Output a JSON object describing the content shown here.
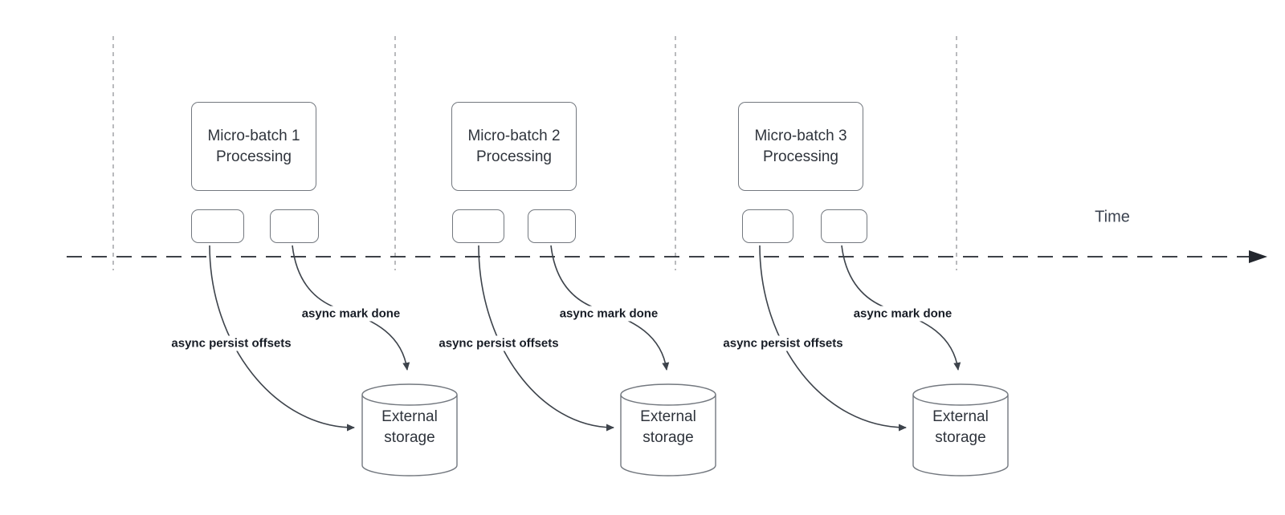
{
  "colors": {
    "flow-line": "#3d434b",
    "timeline-line": "#23272e",
    "guide-line": "#a8aaad",
    "shape-stroke": "#73787f",
    "shape-text": "#2f343c",
    "label-text": "#171c25",
    "time-text": "#3c4350",
    "background": "#ffffff"
  },
  "timeline": {
    "label": "Time"
  },
  "batches": [
    {
      "title_line1": "Micro-batch 1",
      "title_line2": "Processing",
      "persist_label": "async persist offsets",
      "done_label": "async mark done",
      "storage": {
        "line1": "External",
        "line2": "storage"
      }
    },
    {
      "title_line1": "Micro-batch 2",
      "title_line2": "Processing",
      "persist_label": "async persist offsets",
      "done_label": "async mark done",
      "storage": {
        "line1": "External",
        "line2": "storage"
      }
    },
    {
      "title_line1": "Micro-batch 3",
      "title_line2": "Processing",
      "persist_label": "async persist offsets",
      "done_label": "async mark done",
      "storage": {
        "line1": "External",
        "line2": "storage"
      }
    }
  ]
}
